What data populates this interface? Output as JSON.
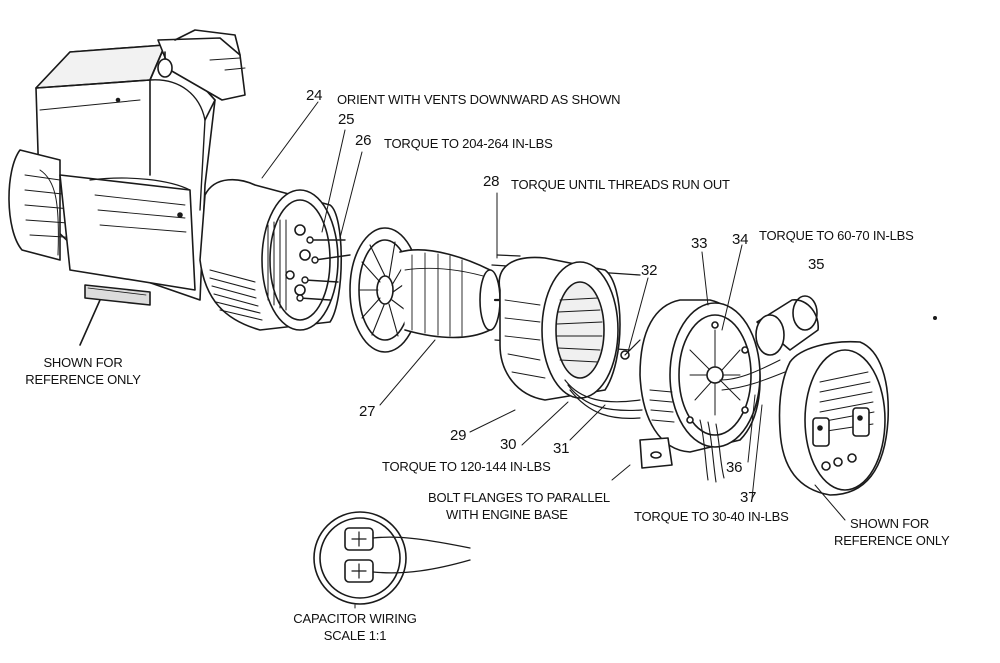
{
  "colors": {
    "ink": "#1a1a1a",
    "paper": "#ffffff",
    "shade": "#d9d9d9"
  },
  "callouts": {
    "n24": "24",
    "n25": "25",
    "n26": "26",
    "n27": "27",
    "n28": "28",
    "n29": "29",
    "n30": "30",
    "n31": "31",
    "n32": "32",
    "n33": "33",
    "n34": "34",
    "n35": "35",
    "n36": "36",
    "n37": "37"
  },
  "notes": {
    "orient_vents": "ORIENT WITH VENTS DOWNWARD AS SHOWN",
    "torque_204_264": "TORQUE TO 204-264 IN-LBS",
    "torque_threads": "TORQUE UNTIL THREADS RUN OUT",
    "torque_60_70": "TORQUE TO 60-70 IN-LBS",
    "torque_120_144": "TORQUE TO 120-144 IN-LBS",
    "bolt_flanges_1": "BOLT FLANGES TO PARALLEL",
    "bolt_flanges_2": "WITH ENGINE BASE",
    "torque_30_40": "TORQUE TO 30-40 IN-LBS",
    "shown_ref_left_1": "SHOWN FOR",
    "shown_ref_left_2": "REFERENCE ONLY",
    "shown_ref_right_1": "SHOWN FOR",
    "shown_ref_right_2": "REFERENCE ONLY",
    "capacitor_1": "CAPACITOR WIRING",
    "capacitor_2": "SCALE 1:1"
  }
}
